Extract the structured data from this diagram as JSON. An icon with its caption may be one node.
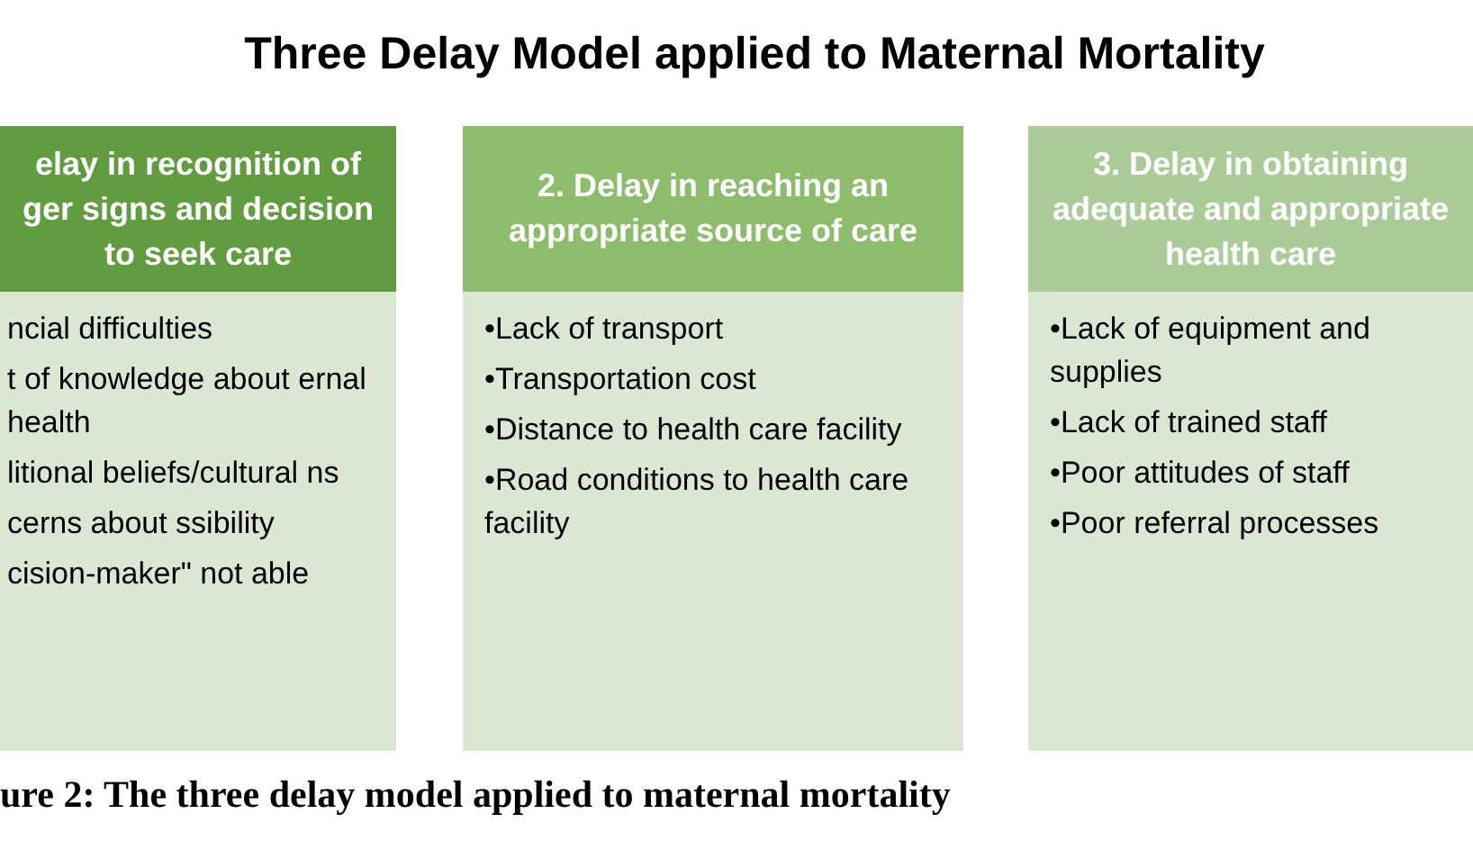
{
  "diagram": {
    "title": "Three Delay Model applied to Maternal Mortality",
    "nodes": [
      {
        "text": [
          "elay in recognition of ger signs and decision to seek care",
          "ncial difficulties",
          "t of knowledge about ernal health",
          "litional beliefs/cultural ns",
          "cerns about ssibility",
          "cision-maker\" not able"
        ]
      },
      {
        "text": [
          "2. Delay in reaching an appropriate source of care",
          "•Lack of transport",
          "•Transportation cost",
          "•Distance to health care facility",
          "•Road conditions to health care facility"
        ]
      },
      {
        "text": [
          "3. Delay in obtaining adequate and appropriate health care",
          "•Lack of equipment and supplies",
          "•Lack of trained staff",
          "•Poor attitudes of staff",
          "•Poor referral processes"
        ]
      }
    ],
    "caption": "ure 2: The three delay model applied to maternal mortality"
  }
}
